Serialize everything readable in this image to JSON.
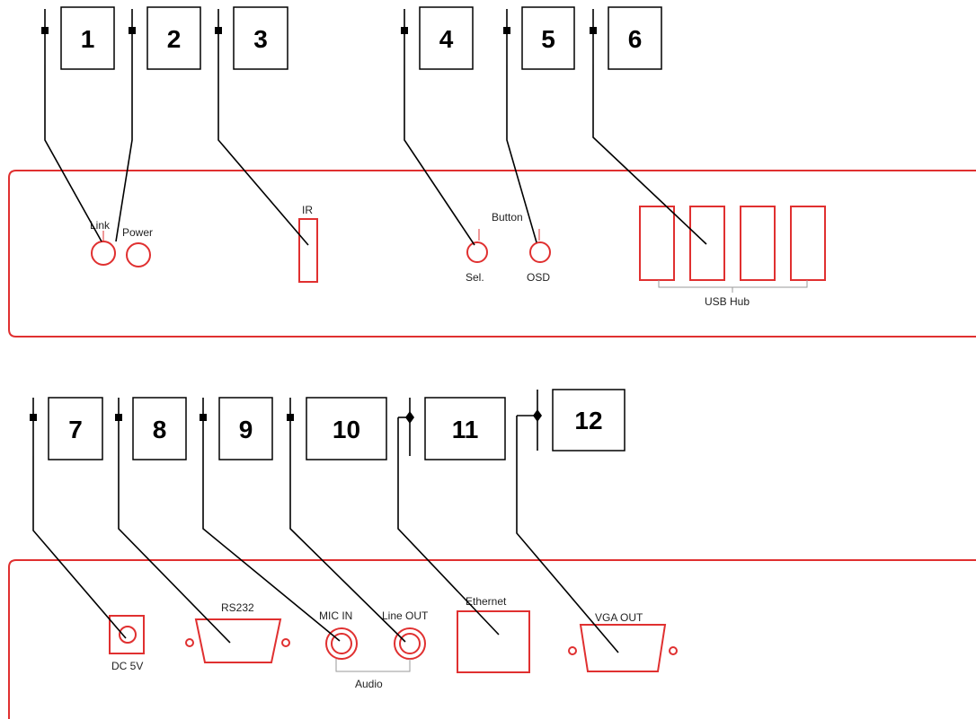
{
  "colors": {
    "device_outline": "#e03030",
    "leader": "#000000",
    "bracket": "#9a9a9a"
  },
  "callouts": [
    "1",
    "2",
    "3",
    "4",
    "5",
    "6",
    "7",
    "8",
    "9",
    "10",
    "11",
    "12"
  ],
  "front_panel": {
    "link_label": "Link",
    "power_label": "Power",
    "ir_label": "IR",
    "button_label": "Button",
    "sel_label": "Sel.",
    "osd_label": "OSD",
    "usb_hub_label": "USB Hub"
  },
  "rear_panel": {
    "dc_label": "DC 5V",
    "rs232_label": "RS232",
    "mic_in_label": "MIC IN",
    "line_out_label": "Line OUT",
    "audio_label": "Audio",
    "ethernet_label": "Ethernet",
    "vga_out_label": "VGA OUT"
  }
}
